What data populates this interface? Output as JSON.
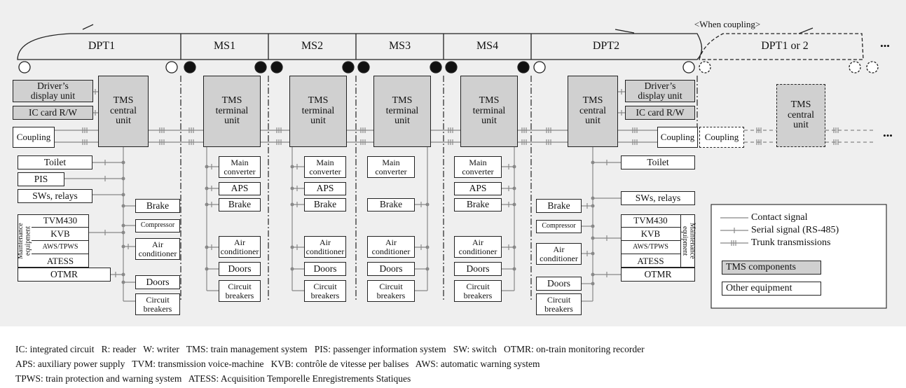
{
  "coupling_note": "<When coupling>",
  "cars": [
    {
      "id": "dpt1",
      "label": "DPT1"
    },
    {
      "id": "ms1",
      "label": "MS1"
    },
    {
      "id": "ms2",
      "label": "MS2"
    },
    {
      "id": "ms3",
      "label": "MS3"
    },
    {
      "id": "ms4",
      "label": "MS4"
    },
    {
      "id": "dpt2",
      "label": "DPT2"
    },
    {
      "id": "ext",
      "label": "DPT1 or 2"
    }
  ],
  "ellipsis": "•••",
  "tms_units": {
    "central": "TMS\ncentral\nunit",
    "terminal": "TMS\nterminal\nunit"
  },
  "equipment": {
    "drivers_display": "Driver’s\ndisplay unit",
    "ic_card": "IC card R/W",
    "coupling": "Coupling",
    "toilet": "Toilet",
    "pis": "PIS",
    "sws_relays": "SWs, relays",
    "brake": "Brake",
    "compressor": "Compressor",
    "air_conditioner": "Air\nconditioner",
    "doors": "Doors",
    "circuit_breakers": "Circuit\nbreakers",
    "maintenance": "Maintenance\nequipment",
    "tvm430": "TVM430",
    "kvb": "KVB",
    "aws_tpws": "AWS/TPWS",
    "atess": "ATESS",
    "otmr": "OTMR",
    "main_converter": "Main\nconverter",
    "aps": "APS"
  },
  "legend": {
    "contact": "Contact signal",
    "serial": "Serial signal (RS-485)",
    "trunk": "Trunk transmissions",
    "tms_components": "TMS components",
    "other": "Other equipment"
  },
  "footnotes": [
    "IC: integrated circuit   R: reader   W: writer   TMS: train management system   PIS: passenger information system   SW: switch   OTMR: on-train monitoring recorder",
    "APS: auxiliary power supply   TVM: transmission voice-machine   KVB: contrôle de vitesse per balises   AWS: automatic warning system",
    "TPWS: train protection and warning system   ATESS: Acquisition Temporelle Enregistrements Statiques"
  ],
  "colors": {
    "tms_fill": "#d0d0d0",
    "panel_bg": "#efefef",
    "line": "#444444",
    "signal_line": "#888888"
  }
}
